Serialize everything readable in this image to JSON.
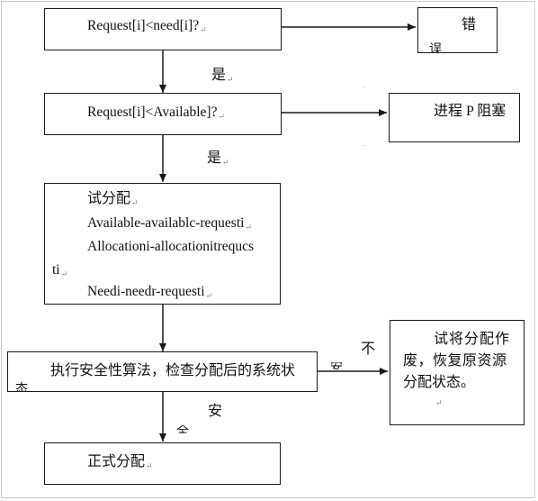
{
  "boxes": {
    "check_need": "Request[i]<need[i]?",
    "error_line1": "错",
    "error_line2": "误",
    "check_available": "Request[i]<Available]?",
    "blocked": "进程 P 阻塞",
    "trial": {
      "title": "试分配",
      "line1": "Available-availablc-requesti",
      "line2": "Allocationi-allocationitrequcs",
      "line3": "ti",
      "line4": "Needi-needr-requesti"
    },
    "safety": "执行安全性算法，检查分配后的系统状",
    "safety_overflow": "态",
    "rollback": {
      "line1": "试将分配作",
      "line2": "废，恢复原资源",
      "line3": "分配状态。"
    },
    "formal": "正式分配"
  },
  "labels": {
    "yes1": "是",
    "yes2": "是",
    "no_line1": "不",
    "no_line2": "安",
    "safe_line1": "安",
    "safe_line2": "全",
    "paragraph_mark": "↵"
  }
}
